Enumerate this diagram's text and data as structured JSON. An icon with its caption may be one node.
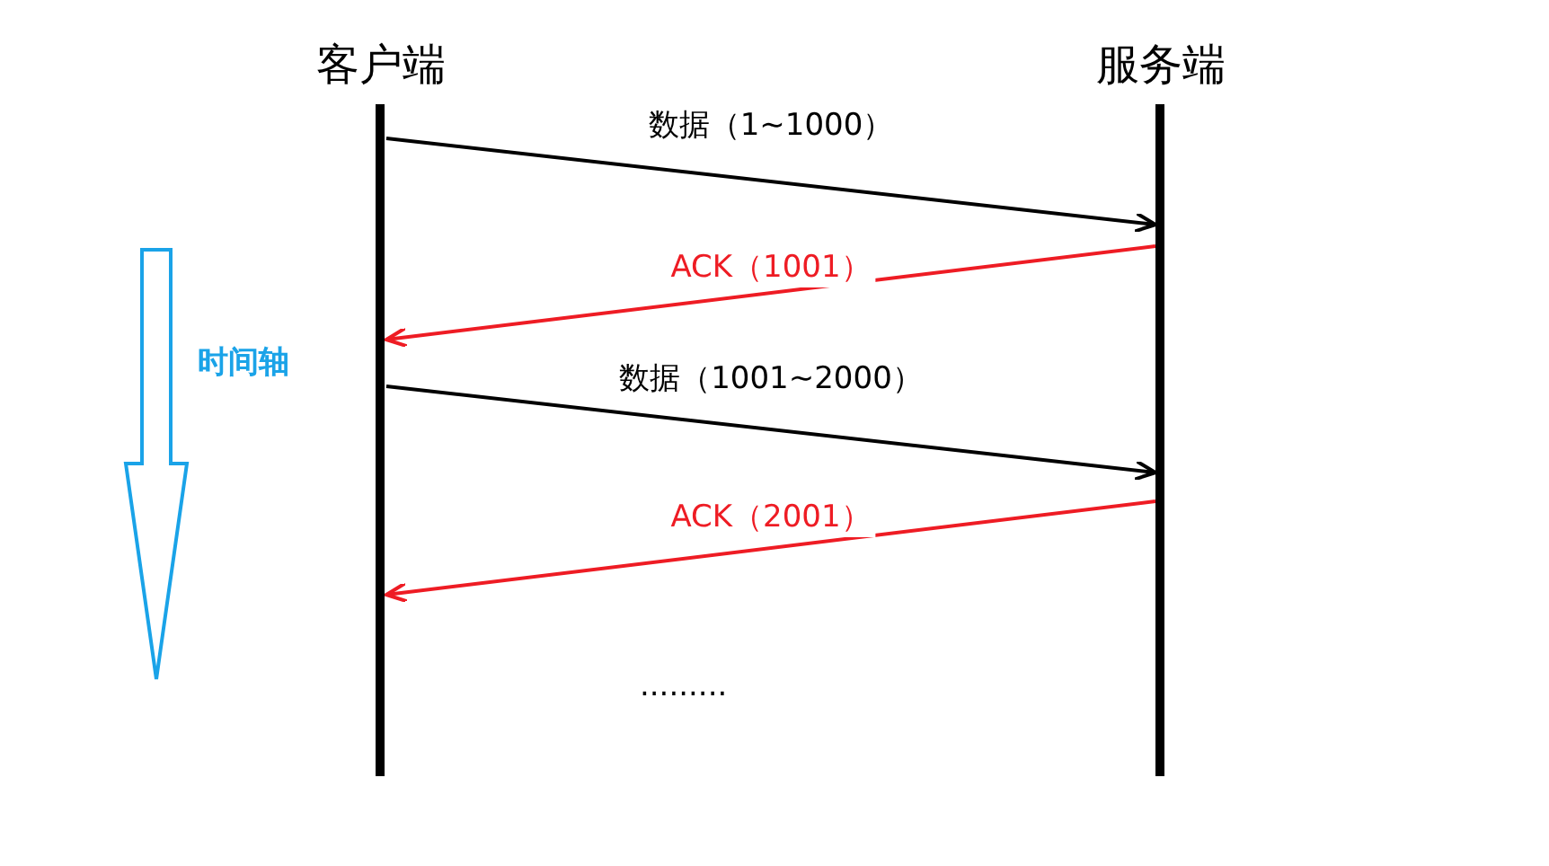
{
  "diagram": {
    "nodes": [
      {
        "text": [
          "客户端"
        ]
      },
      {
        "text": [
          "服务端"
        ]
      }
    ],
    "edges": [
      {
        "from": 0,
        "to": 1,
        "arrow": "to",
        "label": "数据（1~1000）"
      },
      {
        "from": 1,
        "to": 0,
        "arrow": "to",
        "label": "ACK（1001）",
        "color": "#ee1c24"
      },
      {
        "from": 0,
        "to": 1,
        "arrow": "to",
        "label": "数据（1001~2000）"
      },
      {
        "from": 1,
        "to": 0,
        "arrow": "to",
        "label": "ACK（2001）",
        "color": "#ee1c24"
      }
    ],
    "labels": [
      "时间轴",
      "........."
    ]
  }
}
